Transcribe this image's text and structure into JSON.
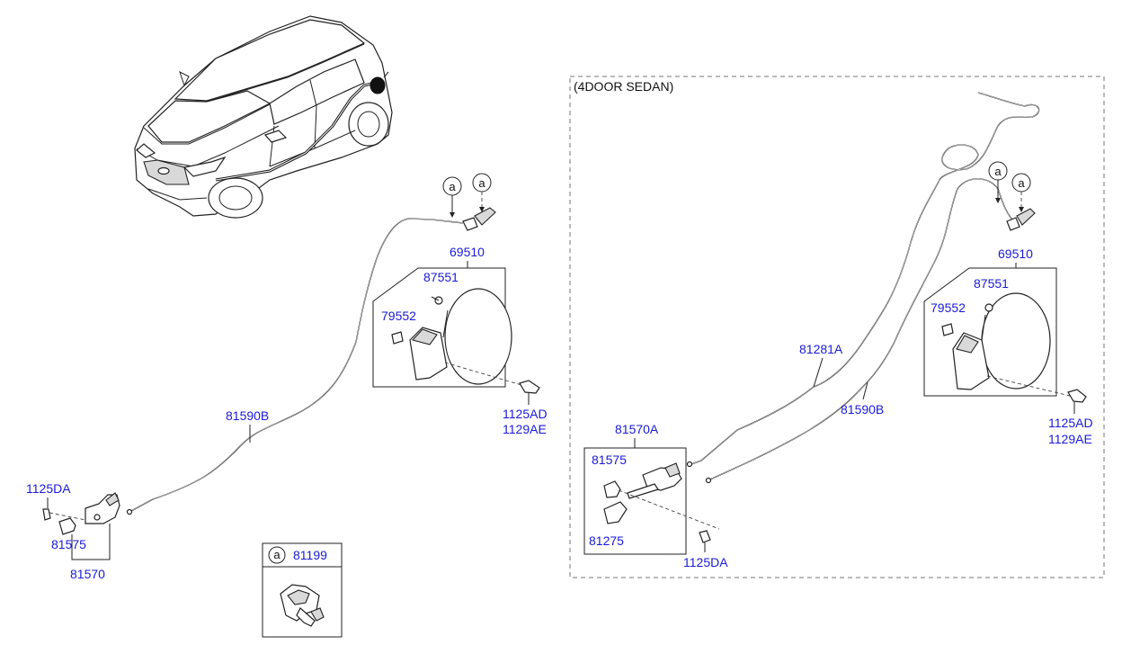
{
  "sedan_section_title": "(4DOOR SEDAN)",
  "circle_marker": "a",
  "left": {
    "p69510": "69510",
    "p87551": "87551",
    "p79552": "79552",
    "p1125AD": "1125AD",
    "p1129AE": "1129AE",
    "p81590B": "81590B",
    "p1125DA": "1125DA",
    "p81575": "81575",
    "p81570": "81570"
  },
  "legend_box": {
    "marker": "a",
    "part": "81199"
  },
  "sedan": {
    "p69510": "69510",
    "p87551": "87551",
    "p79552": "79552",
    "p1125AD": "1125AD",
    "p1129AE": "1129AE",
    "p81281A": "81281A",
    "p81590B": "81590B",
    "p81570A": "81570A",
    "p81575": "81575",
    "p81275": "81275",
    "p1125DA": "1125DA"
  },
  "colors": {
    "part_label": "#1a1adc",
    "line": "#222222"
  }
}
